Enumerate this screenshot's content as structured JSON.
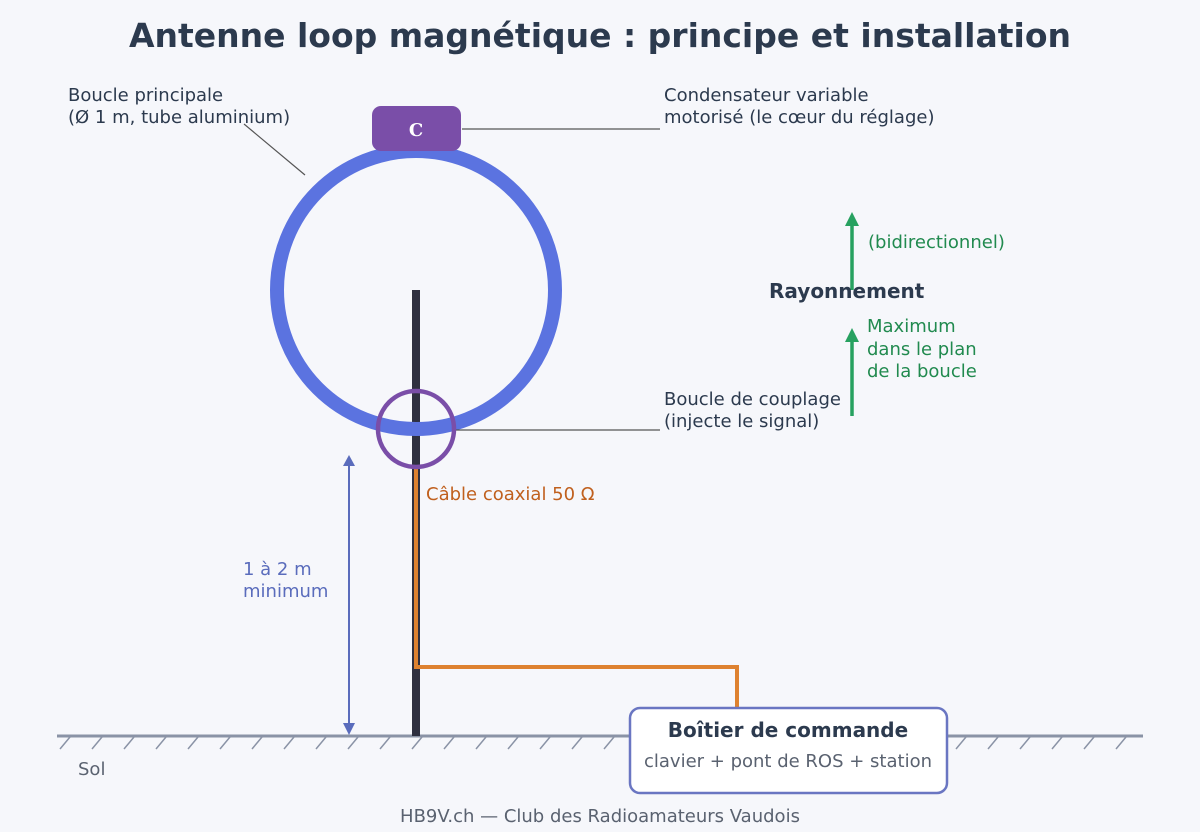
{
  "title": "Antenne loop magnétique : principe et installation",
  "main_loop": {
    "label_line1": "Boucle principale",
    "label_line2": "(Ø 1 m, tube aluminium)"
  },
  "capacitor": {
    "symbol": "C",
    "label_line1": "Condensateur variable",
    "label_line2": "motorisé (le cœur du réglage)"
  },
  "radiation": {
    "heading": "Rayonnement",
    "note_top": "(bidirectionnel)",
    "note_line1": "Maximum",
    "note_line2": "dans le plan",
    "note_line3": "de la boucle"
  },
  "coupling_loop": {
    "label_line1": "Boucle de couplage",
    "label_line2": "(injecte le signal)"
  },
  "coax": {
    "label": "Câble coaxial 50 Ω"
  },
  "height": {
    "line1": "1 à 2 m",
    "line2": "minimum"
  },
  "control_box": {
    "title": "Boîtier de commande",
    "subtitle": "clavier + pont de ROS + station"
  },
  "ground": {
    "label": "Sol"
  },
  "footer": "HB9V.ch — Club des Radioamateurs Vaudois",
  "colors": {
    "loop": "#5b73e0",
    "capacitor": "#7a4ea8",
    "coupling": "#7a4ea8",
    "mast": "#2f3040",
    "coax": "#de8230",
    "radiation": "#27a160",
    "height_arrow": "#5a6cbc",
    "ground": "#8a93a6",
    "box_border": "#6a76c2"
  }
}
